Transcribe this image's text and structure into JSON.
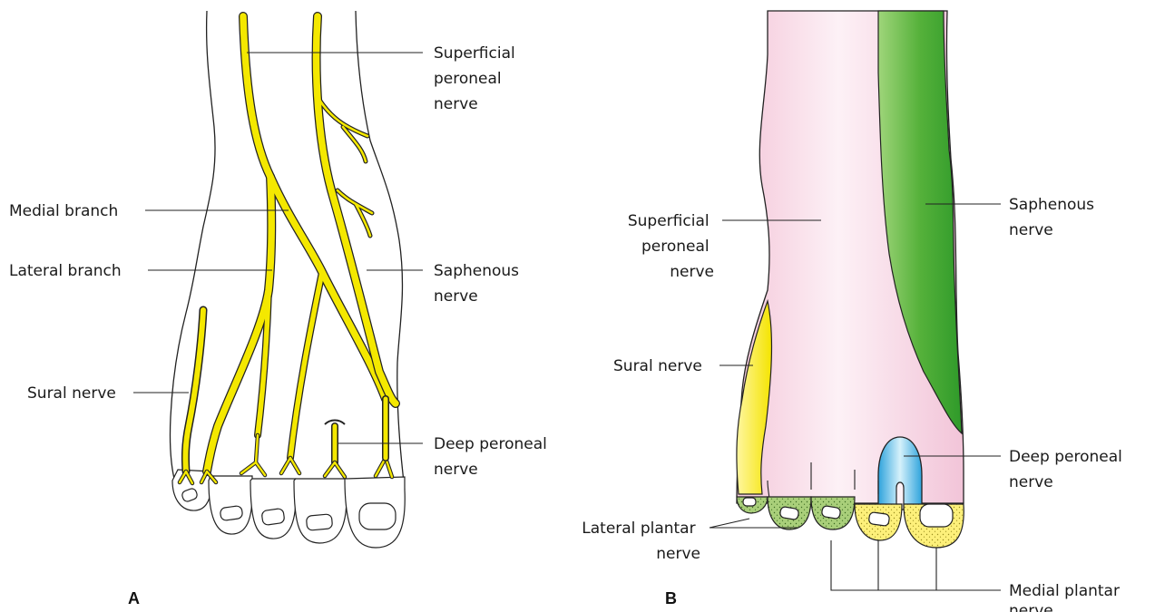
{
  "panels": {
    "a": "A",
    "b": "B"
  },
  "figure_a": {
    "superficial_peroneal": [
      "Superficial",
      "peroneal",
      "nerve"
    ],
    "medial_branch": "Medial branch",
    "lateral_branch": "Lateral branch",
    "saphenous": [
      "Saphenous",
      "nerve"
    ],
    "sural": "Sural nerve",
    "deep_peroneal": [
      "Deep peroneal",
      "nerve"
    ]
  },
  "figure_b": {
    "superficial_peroneal": [
      "Superficial",
      "peroneal",
      "nerve"
    ],
    "saphenous": [
      "Saphenous",
      "nerve"
    ],
    "sural": "Sural nerve",
    "deep_peroneal": [
      "Deep peroneal",
      "nerve"
    ],
    "lateral_plantar": [
      "Lateral plantar",
      "nerve"
    ],
    "medial_plantar": [
      "Medial plantar",
      "nerve"
    ]
  },
  "colors": {
    "nerve_yellow": "#f4e800",
    "skin_pink": "#f9dbe7",
    "saphenous_green": "#6fc04a",
    "deep_peroneal_blue": "#6cc6ee",
    "medial_plantar_yellow": "#fdf07a",
    "lateral_plantar_green": "#a9cf7a"
  }
}
